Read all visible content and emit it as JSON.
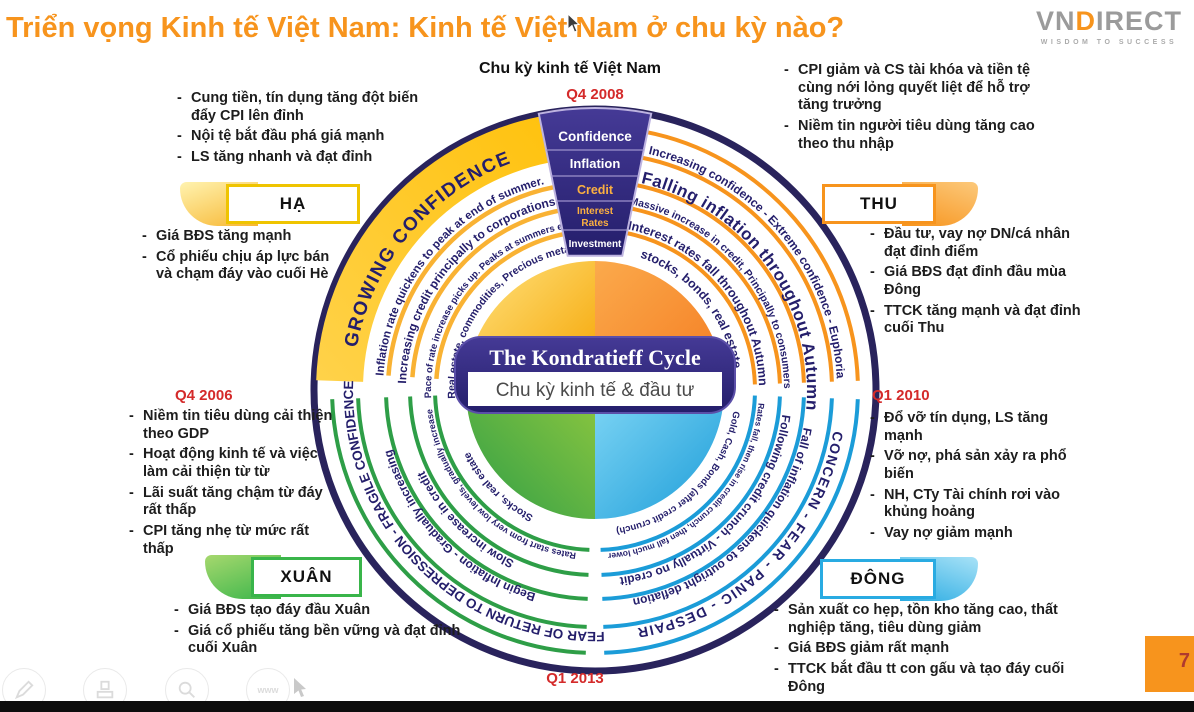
{
  "page": {
    "title": "Triển vọng Kinh tế Việt Nam: Kinh tế Việt Nam ở chu kỳ nào?",
    "chart_heading": "Chu kỳ kinh tế Việt Nam",
    "page_number": "7"
  },
  "logo": {
    "part1": "VN",
    "part2": "D",
    "part3": "IRECT",
    "tagline": "WISDOM TO SUCCESS"
  },
  "markers": {
    "top": "Q4 2008",
    "left": "Q4 2006",
    "right": "Q1 2010",
    "bottom": "Q1 2013"
  },
  "seasons": {
    "summer": "HẠ",
    "autumn": "THU",
    "spring": "XUÂN",
    "winter": "ĐÔNG"
  },
  "center": {
    "title": "The Kondratieff Cycle",
    "subtitle": "Chu kỳ kinh tế & đầu tư"
  },
  "wedge": {
    "lines": [
      "Confidence",
      "Inflation",
      "Credit",
      "Interest",
      "Rates",
      "Investment"
    ]
  },
  "rings": {
    "summer": [
      "GROWING CONFIDENCE",
      "Inflation rate quickens to peak at end of summer.",
      "Increasing credit principally to corporations",
      "Pace of rate increase picks up.  Peaks at summers end",
      "Real estate, commodities, Precious metals"
    ],
    "autumn": [
      "Increasing confidence - Extreme confidence - Euphoria",
      "Falling inflation throughout Autumn",
      "Massive increase in credit, Principally to consumers",
      "Interest rates fall throughout Autumn",
      "stocks, bonds, real estate"
    ],
    "spring": [
      "FEAR OF RETURN TO DEPRESSION - FRAGILE CONFIDENCE",
      "Begin Inflation - Gradually increasing",
      "Slow increase in credit",
      "Rates start from very low levels, gradually increase",
      "Stocks, real estate"
    ],
    "winter": [
      "CONCERN - FEAR - PANIC - DESPAIR",
      "Fall of inflation quickens to outright deflation",
      "Following credit crunch - Virtually no credit",
      "Rates fall, then rise in credit crunch, then fall much lower",
      "Gold, Cash, Bonds (after credit crunch)"
    ]
  },
  "notes": {
    "top_left": [
      "Cung tiền, tín dụng tăng đột biến đẩy CPI lên đỉnh",
      "Nội tệ bắt đầu phá giá mạnh",
      "LS tăng nhanh và đạt đỉnh"
    ],
    "left_mid": [
      "Giá BĐS tăng mạnh",
      "Cổ phiếu chịu áp lực bán và chạm đáy vào cuối Hè"
    ],
    "left_low": [
      "Niềm tin tiêu dùng cải thiện theo GDP",
      "Hoạt động kinh tế và việc làm cải thiện từ từ",
      "Lãi suất tăng chậm từ đáy rất thấp",
      "CPI tăng nhẹ từ mức rất thấp"
    ],
    "bottom_left": [
      "Giá BĐS tạo đáy đầu Xuân",
      "Giá cổ phiếu tăng bền vững và đạt đỉnh cuối Xuân"
    ],
    "top_right": [
      "CPI giảm và CS tài khóa và tiền tệ cùng nới  lỏng quyết liệt để hỗ trợ tăng trưởng",
      "Niềm tin người tiêu dùng tăng cao theo thu nhập"
    ],
    "right_mid": [
      "Đầu tư, vay nợ DN/cá nhân đạt đỉnh điểm",
      "Giá BĐS đạt đỉnh đầu mùa Đông",
      "TTCK tăng mạnh và đạt đỉnh cuối Thu"
    ],
    "right_low": [
      "Đổ vỡ tín dụng, LS tăng mạnh",
      "Vỡ nợ, phá sản xảy ra phổ biến",
      "NH, CTy Tài chính rơi vào khủng hoảng",
      "Vay nợ giảm mạnh"
    ],
    "bottom_right": [
      "Sản xuất co hẹp, tồn kho tăng cao, thất nghiệp tăng, tiêu dùng giảm",
      "Giá BĐS giảm rất mạnh",
      "TTCK bắt đầu tt con gấu và tạo đáy cuối Đông"
    ]
  },
  "toolbar": {
    "www_label": "www"
  },
  "colors": {
    "accent_orange": "#F7941D",
    "gold": "#F5C400",
    "green": "#39B54A",
    "blue": "#29ABE2",
    "navy": "#29235C",
    "red": "#D42A2A"
  }
}
